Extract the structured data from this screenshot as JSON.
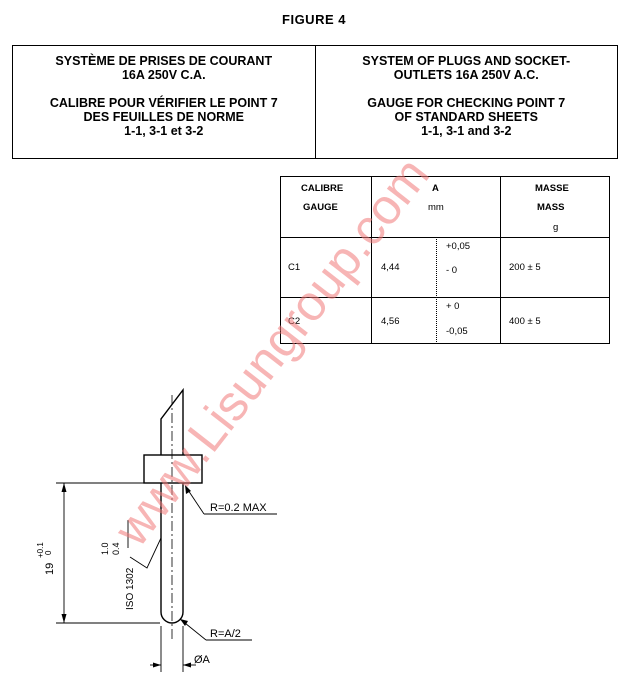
{
  "figure_title": "FIGURE 4",
  "header": {
    "french": [
      "SYSTÈME DE PRISES DE COURANT",
      "16A 250V C.A.",
      "",
      "CALIBRE POUR VÉRIFIER LE POINT 7",
      "DES FEUILLES DE NORME",
      "1-1, 3-1 et 3-2"
    ],
    "english": [
      "SYSTEM OF PLUGS AND SOCKET-",
      "OUTLETS 16A 250V A.C.",
      "",
      "GAUGE FOR CHECKING POINT 7",
      "OF STANDARD SHEETS",
      "1-1, 3-1 and 3-2"
    ]
  },
  "table": {
    "col1_header": [
      "CALIBRE",
      "GAUGE"
    ],
    "col2_header": "A",
    "col2_unit": "mm",
    "col3_header": [
      "MASSE",
      "MASS"
    ],
    "col3_unit": "g",
    "rows": [
      {
        "gauge": "C1",
        "a": "4,44",
        "tol_upper": "+0,05",
        "tol_lower": "- 0",
        "mass": "200 ± 5"
      },
      {
        "gauge": "C2",
        "a": "4,56",
        "tol_upper": "+ 0",
        "tol_lower": "-0,05",
        "mass": "400 ± 5"
      }
    ]
  },
  "drawing": {
    "radius_top": "R=0.2 MAX",
    "radius_tip": "R=A/2",
    "diameter": "ØA",
    "length": "19",
    "length_tol_upper": "+0.1",
    "length_tol_lower": "0",
    "roughness_upper": "1.0",
    "roughness_lower": "0.4",
    "roughness_std": "ISO 1302"
  },
  "watermark": "www.Lisungroup.com",
  "colors": {
    "watermark": "#f07878",
    "ink": "#000000"
  }
}
